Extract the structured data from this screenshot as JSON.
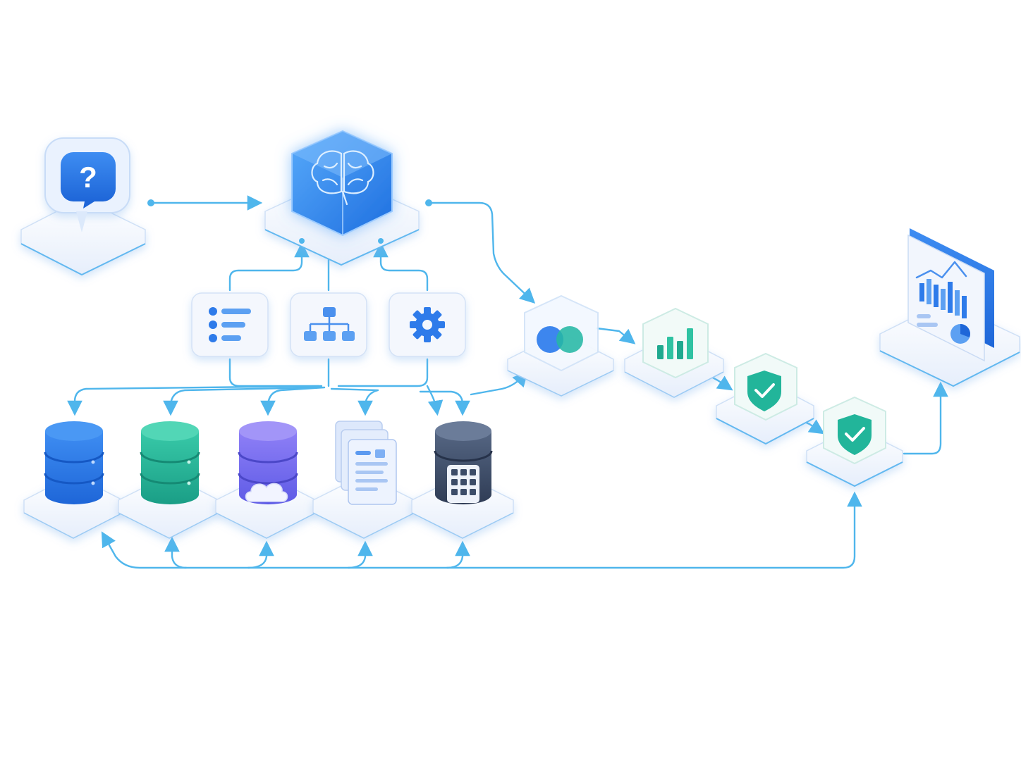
{
  "diagram": {
    "nodes": [
      {
        "id": "question",
        "icon": "question-bubble-icon"
      },
      {
        "id": "ai-brain",
        "icon": "brain-icon"
      },
      {
        "id": "tool-list",
        "icon": "list-icon"
      },
      {
        "id": "tool-hierarchy",
        "icon": "hierarchy-icon"
      },
      {
        "id": "tool-settings",
        "icon": "gear-icon"
      },
      {
        "id": "db-blue",
        "icon": "database-icon"
      },
      {
        "id": "db-green",
        "icon": "database-icon"
      },
      {
        "id": "db-cloud",
        "icon": "cloud-database-icon"
      },
      {
        "id": "documents",
        "icon": "documents-icon"
      },
      {
        "id": "db-calculator",
        "icon": "calculator-database-icon"
      },
      {
        "id": "merge",
        "icon": "overlap-circles-icon"
      },
      {
        "id": "analytics",
        "icon": "bar-chart-icon"
      },
      {
        "id": "validate-1",
        "icon": "shield-check-icon"
      },
      {
        "id": "validate-2",
        "icon": "shield-check-icon"
      },
      {
        "id": "dashboard",
        "icon": "dashboard-icon"
      }
    ],
    "edges": [
      {
        "from": "question",
        "to": "ai-brain"
      },
      {
        "from": "tool-list",
        "to": "ai-brain"
      },
      {
        "from": "tool-hierarchy",
        "to": "ai-brain"
      },
      {
        "from": "tool-settings",
        "to": "ai-brain"
      },
      {
        "from": "tool-hierarchy",
        "to": "db-blue"
      },
      {
        "from": "tool-hierarchy",
        "to": "db-green"
      },
      {
        "from": "tool-hierarchy",
        "to": "db-cloud"
      },
      {
        "from": "tool-hierarchy",
        "to": "documents"
      },
      {
        "from": "tool-settings",
        "to": "db-calculator"
      },
      {
        "from": "ai-brain",
        "to": "merge"
      },
      {
        "from": "db-calculator",
        "to": "merge"
      },
      {
        "from": "merge",
        "to": "analytics"
      },
      {
        "from": "analytics",
        "to": "validate-1"
      },
      {
        "from": "validate-1",
        "to": "validate-2"
      },
      {
        "from": "validate-2",
        "to": "dashboard"
      },
      {
        "from": "validate-2",
        "to": "db-blue"
      }
    ],
    "colors": {
      "connector": "#4FB6EC",
      "primary_blue": "#2E7BEA",
      "teal": "#22B59A",
      "purple": "#7B6CF0",
      "slate": "#3C4C68",
      "platform": "#EEF4FD"
    }
  }
}
